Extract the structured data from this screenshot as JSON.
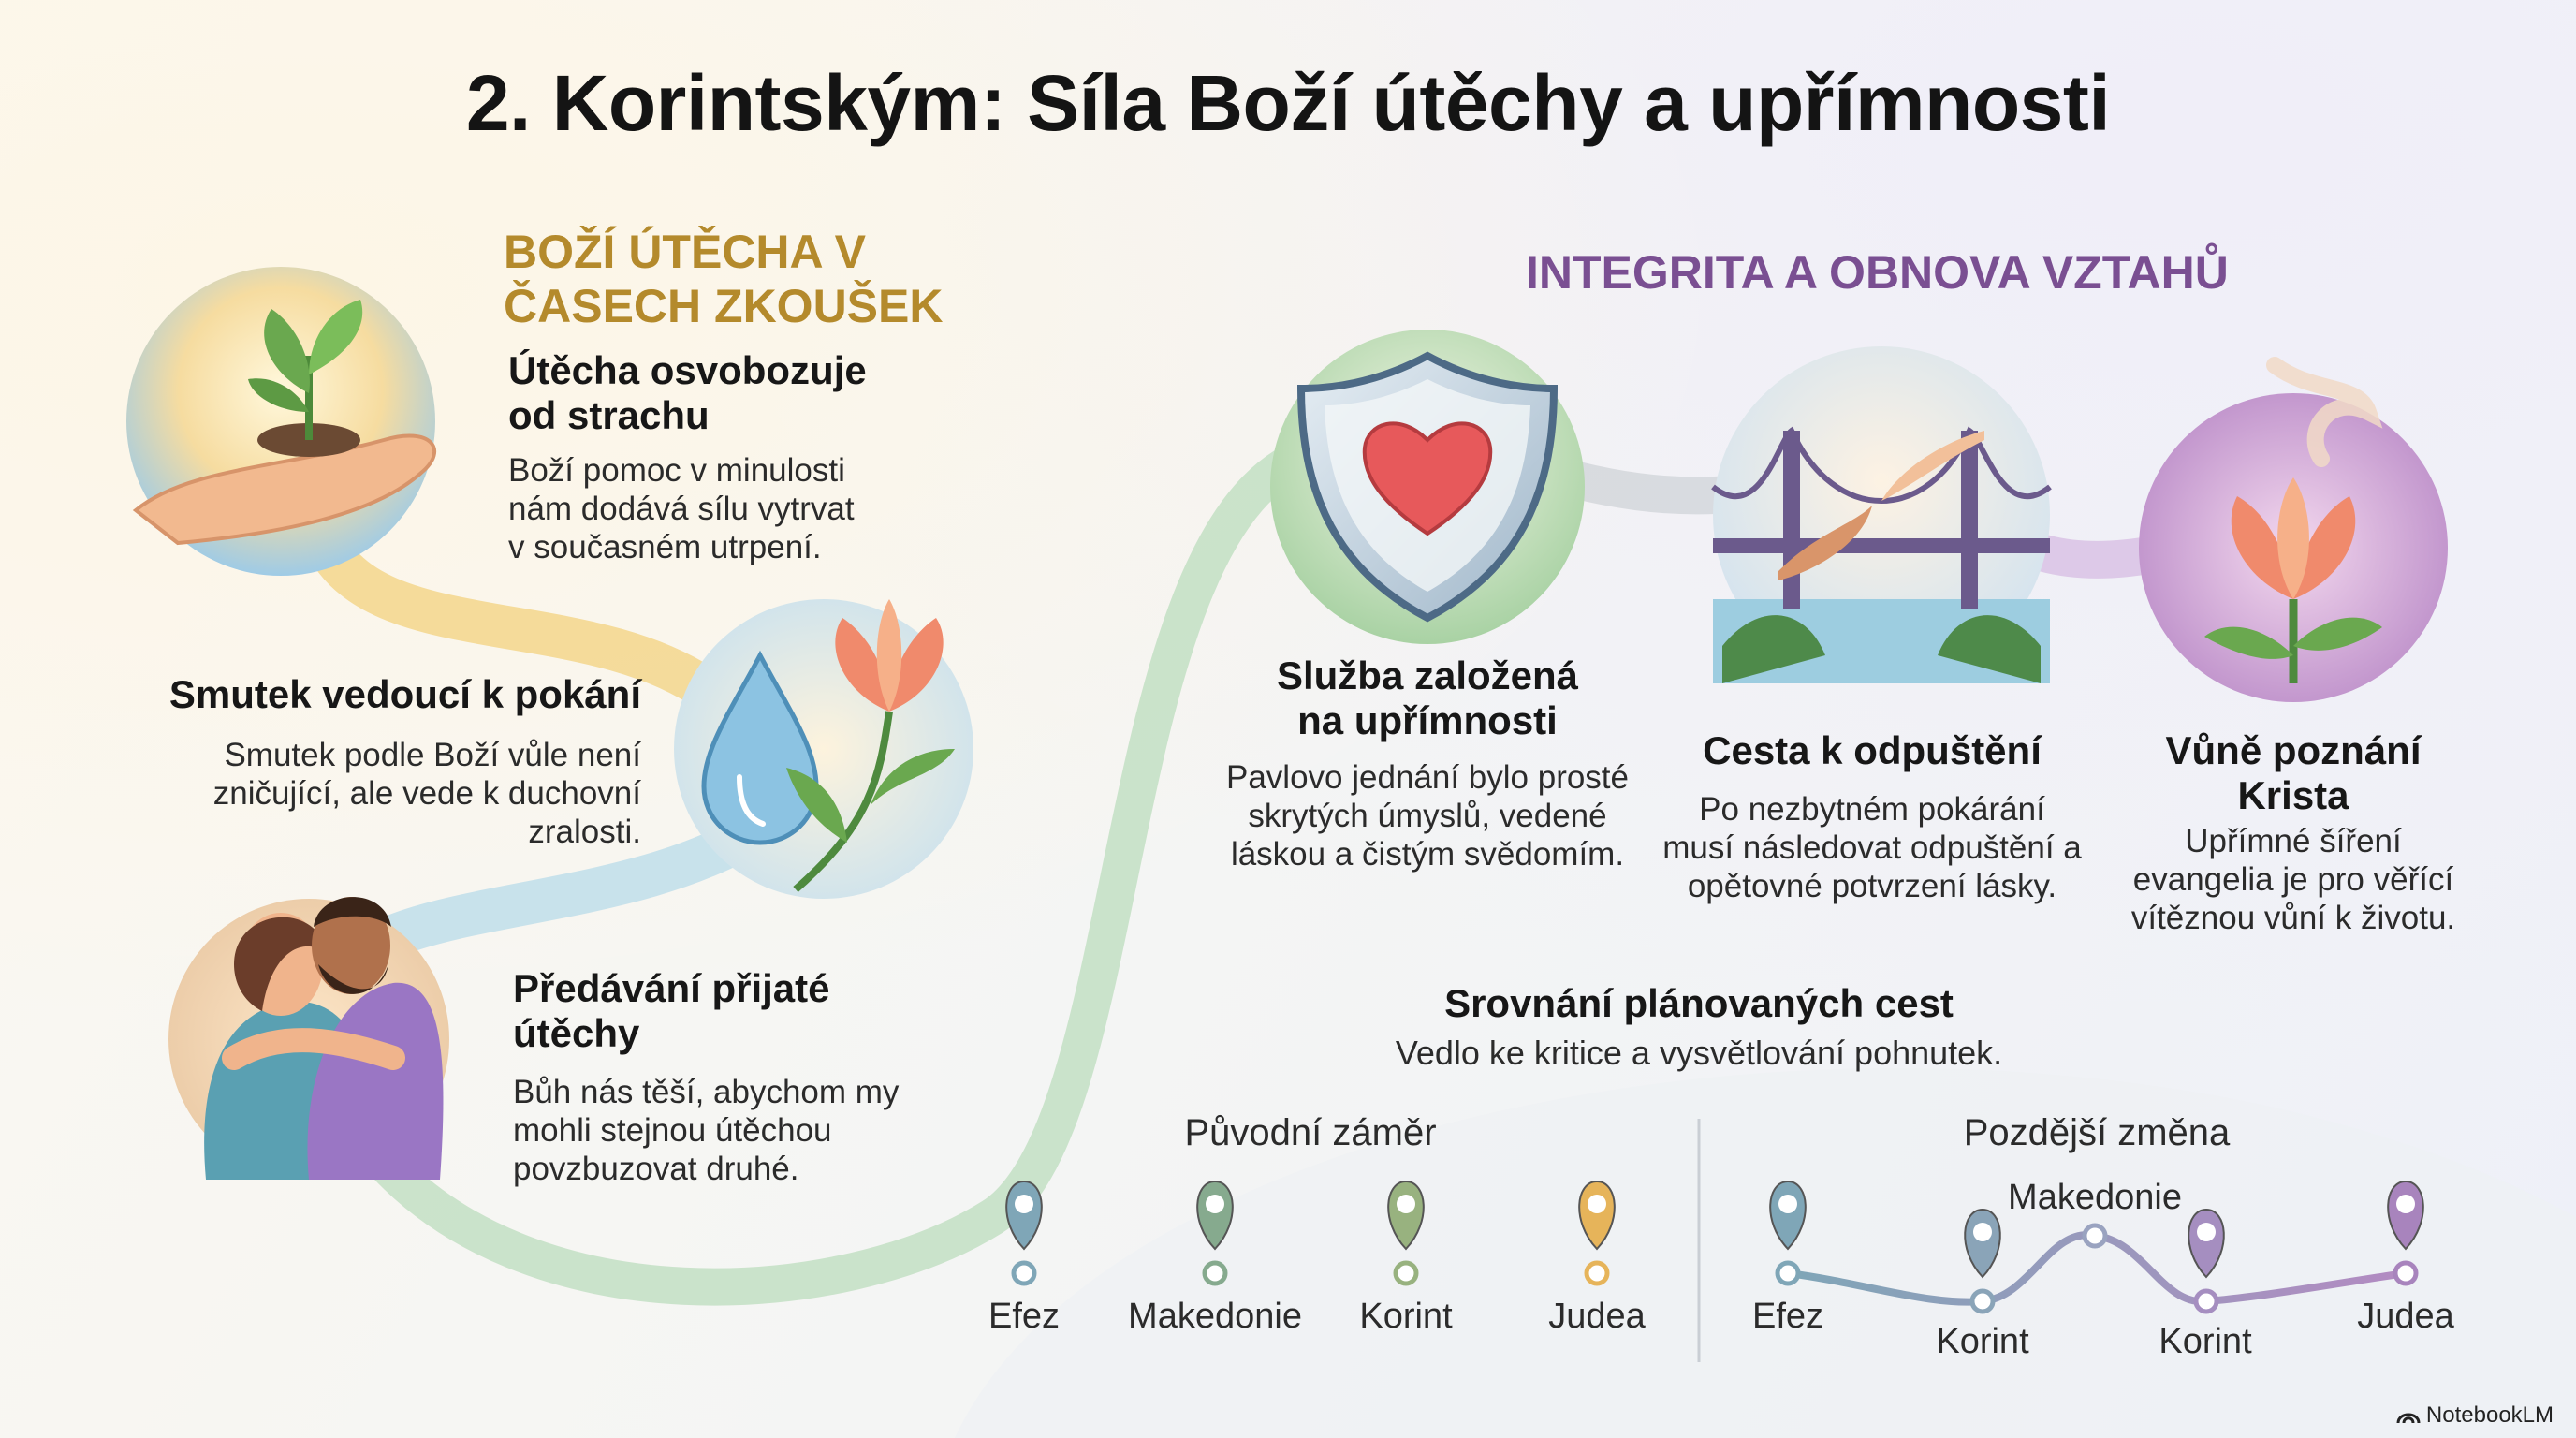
{
  "title": "2. Korintským: Síla Boží útěchy a upřímnosti",
  "left_section": {
    "heading_line1": "BOŽÍ ÚTĚCHA V",
    "heading_line2": "ČASECH ZKOUŠEK",
    "items": [
      {
        "title_line1": "Útěcha osvobozuje",
        "title_line2": "od strachu",
        "text_lines": [
          "Boží pomoc v minulosti",
          "nám dodává sílu vytrvat",
          "v současném utrpení."
        ]
      },
      {
        "title_line1": "Smutek vedoucí k pokání",
        "text_lines": [
          "Smutek podle Boží vůle není",
          "zničující, ale vede k duchovní",
          "zralosti."
        ]
      },
      {
        "title_line1": "Předávání přijaté",
        "title_line2": "útěchy",
        "text_lines": [
          "Bůh nás těší, abychom my",
          "mohli stejnou útěchou",
          "povzbuzovat druhé."
        ]
      }
    ]
  },
  "right_section": {
    "heading": "INTEGRITA A OBNOVA VZTAHŮ",
    "items": [
      {
        "title_line1": "Služba založená",
        "title_line2": "na upřímnosti",
        "text_lines": [
          "Pavlovo jednání bylo prosté",
          "skrytých úmyslů, vedené",
          "láskou a čistým svědomím."
        ]
      },
      {
        "title_line1": "Cesta k odpuštění",
        "text_lines": [
          "Po nezbytném pokárání",
          "musí následovat odpuštění a",
          "opětovné potvrzení lásky."
        ]
      },
      {
        "title_line1": "Vůně poznání",
        "title_line2": "Krista",
        "text_lines": [
          "Upřímné šíření",
          "evangelia je pro věřící",
          "vítěznou vůní k životu."
        ]
      }
    ]
  },
  "routes": {
    "title": "Srovnání plánovaných cest",
    "subtitle": "Vedlo ke kritice a vysvětlování pohnutek.",
    "original": {
      "label": "Původní záměr",
      "stops": [
        "Efez",
        "Makedonie",
        "Korint",
        "Judea"
      ]
    },
    "later": {
      "label": "Pozdější změna",
      "stops": [
        "Efez",
        "Korint",
        "Makedonie",
        "Korint",
        "Judea"
      ]
    }
  },
  "brand": "NotebookLM",
  "colors": {
    "gold": "#b48a2c",
    "purple": "#7a4f92",
    "green_path": "#a9cf9a",
    "blue_path": "#a8d2e6"
  }
}
